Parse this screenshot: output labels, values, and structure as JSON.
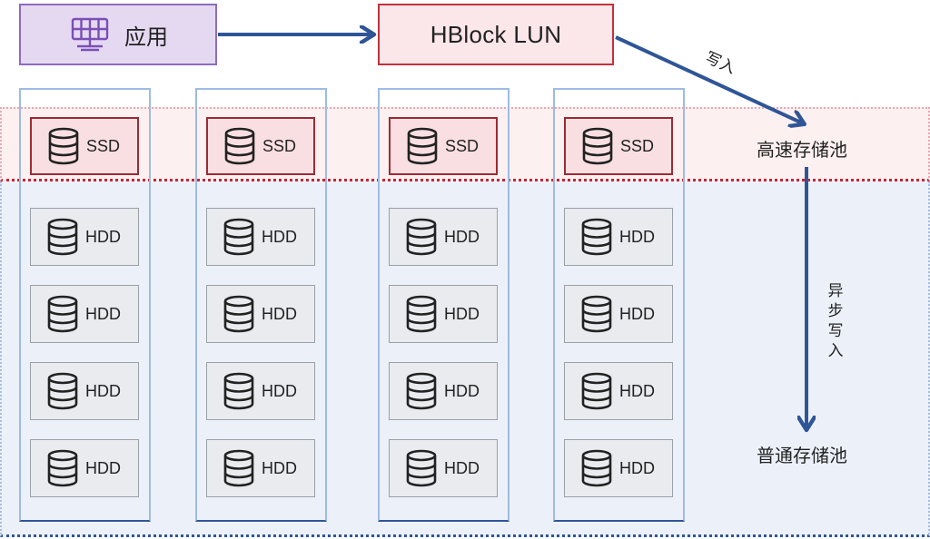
{
  "app": {
    "label": "应用",
    "icon": "server-rack-icon"
  },
  "lun": {
    "label": "HBlock LUN"
  },
  "edges": {
    "write_label": "写入",
    "async_write_label": "异步写入"
  },
  "pools": {
    "fast_label": "高速存储池",
    "normal_label": "普通存储池"
  },
  "disk_types": {
    "ssd": "SSD",
    "hdd": "HDD"
  },
  "columns": [
    {
      "ssd": "SSD",
      "hdds": [
        "HDD",
        "HDD",
        "HDD",
        "HDD"
      ]
    },
    {
      "ssd": "SSD",
      "hdds": [
        "HDD",
        "HDD",
        "HDD",
        "HDD"
      ]
    },
    {
      "ssd": "SSD",
      "hdds": [
        "HDD",
        "HDD",
        "HDD",
        "HDD"
      ]
    },
    {
      "ssd": "SSD",
      "hdds": [
        "HDD",
        "HDD",
        "HDD",
        "HDD"
      ]
    }
  ],
  "colors": {
    "arrow": "#2f5597",
    "fast_pool_border": "#c0283a",
    "normal_pool_border": "#2f5597",
    "app_fill": "#e4d9f0",
    "lun_fill": "#fbe7ea"
  }
}
